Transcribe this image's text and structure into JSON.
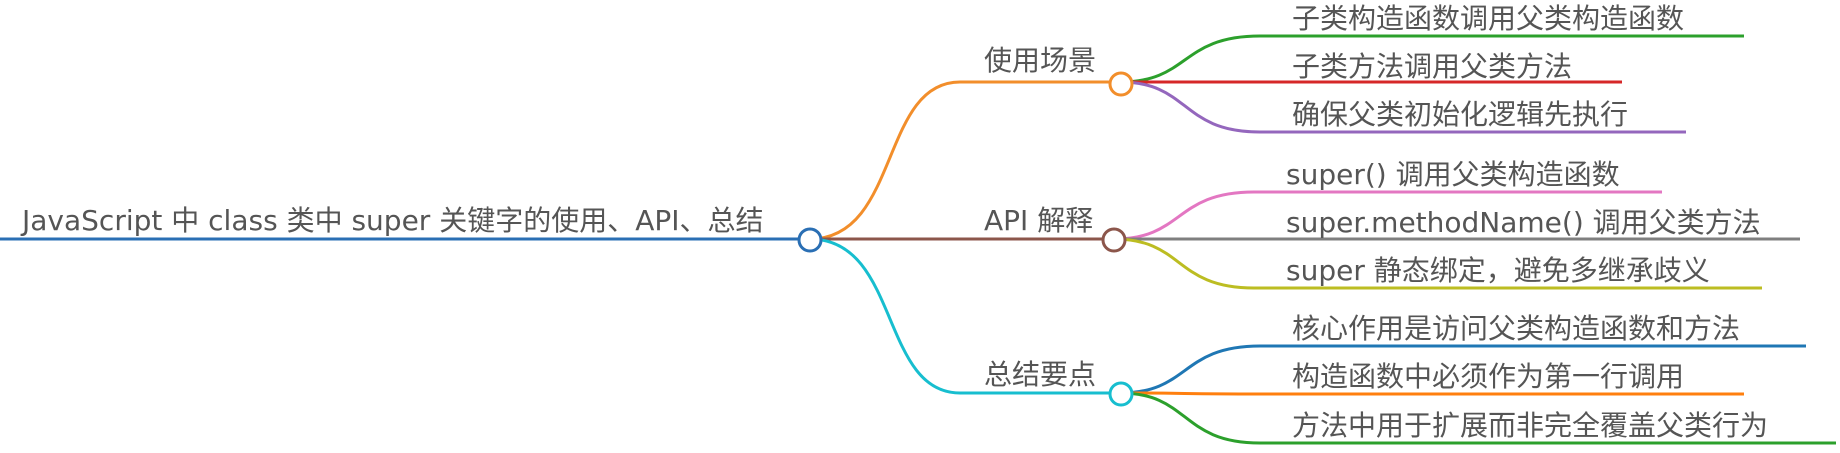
{
  "root": {
    "label": "JavaScript 中 class 类中 super 关键字的使用、API、总结",
    "color": "#2a6fb4"
  },
  "branches": [
    {
      "label": "使用场景",
      "color": "#f28e2b",
      "leaves": [
        {
          "label": "子类构造函数调用父类构造函数",
          "color": "#2ca02c"
        },
        {
          "label": "子类方法调用父类方法",
          "color": "#d62728"
        },
        {
          "label": "确保父类初始化逻辑先执行",
          "color": "#9467bd"
        }
      ]
    },
    {
      "label": "API 解释",
      "color": "#8c564b",
      "leaves": [
        {
          "label": "super() 调用父类构造函数",
          "color": "#e377c2"
        },
        {
          "label": "super.methodName() 调用父类方法",
          "color": "#7f7f7f"
        },
        {
          "label": "super 静态绑定，避免多继承歧义",
          "color": "#bcbd22"
        }
      ]
    },
    {
      "label": "总结要点",
      "color": "#17becf",
      "leaves": [
        {
          "label": "核心作用是访问父类构造函数和方法",
          "color": "#1f77b4"
        },
        {
          "label": "构造函数中必须作为第一行调用",
          "color": "#ff7f0e"
        },
        {
          "label": "方法中用于扩展而非完全覆盖父类行为",
          "color": "#2ca02c"
        }
      ]
    }
  ]
}
